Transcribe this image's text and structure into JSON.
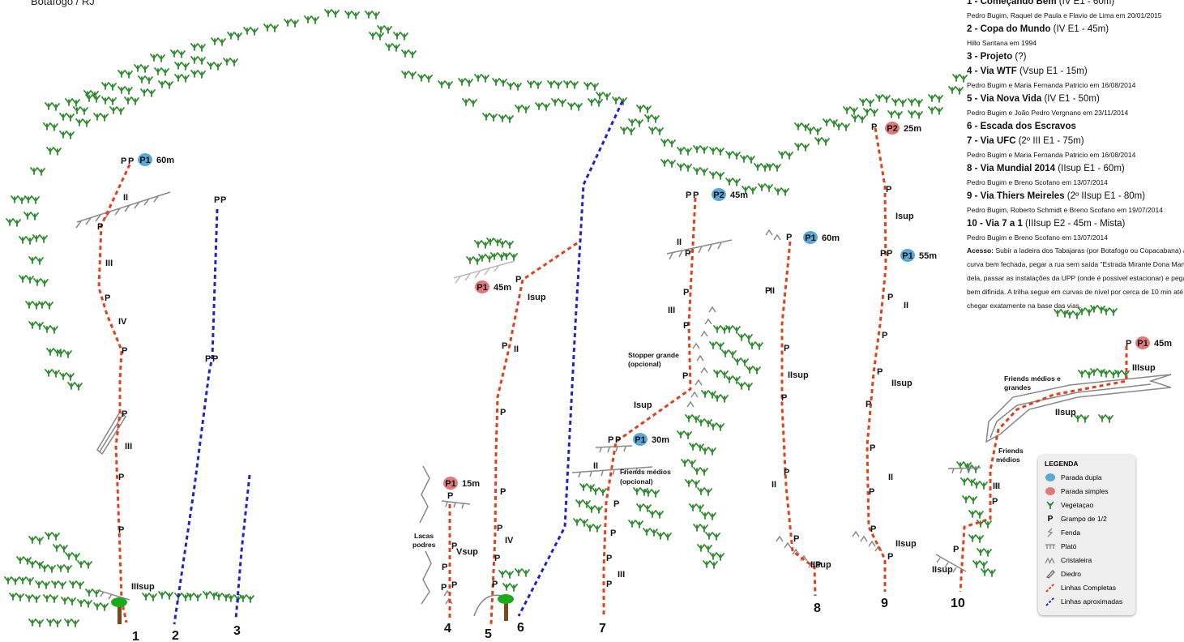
{
  "header": {
    "location": "Botafogo / RJ"
  },
  "colors": {
    "complete": "#e0401e",
    "approx": "#2222cc",
    "vegetation": "#2e8b2e",
    "dual_stop": "#5aa8d8",
    "single_stop": "#e07a7a",
    "rock": "#888888"
  },
  "routes": [
    {
      "title": "1 - Começando Bem",
      "grade": " (IV E1 - 60m)",
      "fa": "Pedro Bugim, Raquel de Paula e Flavio de Lima em 20/01/2015"
    },
    {
      "title": "2 - Copa do Mundo",
      "grade": " (IV E1 - 45m)",
      "fa": "Hillo Santana em 1994"
    },
    {
      "title": "3 - Projeto",
      "grade": " (?)",
      "fa": ""
    },
    {
      "title": "4 - Via WTF",
      "grade": " (Vsup E1 - 15m)",
      "fa": "Pedro Bugim e Maria Fernanda Patricio em 16/08/2014"
    },
    {
      "title": "5 - Via Nova Vida",
      "grade": " (IV E1 - 50m)",
      "fa": "Pedro Bugim e João Pedro Vergnano em 23/11/2014"
    },
    {
      "title": "6 - Escada dos Escravos",
      "grade": "",
      "fa": ""
    },
    {
      "title": "7 - Via UFC",
      "grade": " (2º III E1 - 75m)",
      "fa": "Pedro Bugim e Maria Fernanda Patricio em 16/08/2014"
    },
    {
      "title": "8 - Via Mundial 2014",
      "grade": " (IIsup E1 - 60m)",
      "fa": "Pedro Bugim e Breno Scofano em 13/07/2014"
    },
    {
      "title": "9 - Via Thiers Meireles",
      "grade": " (2º IIsup E1 - 80m)",
      "fa": "Pedro Bugim, Roberto Schmidt e Breno Scofano em 19/07/2014"
    },
    {
      "title": "10 - Via 7 a 1",
      "grade": " (IIIsup E2 - 45m - Mista)",
      "fa": "Pedro Bugim e Breno Scofano em 13/07/2014"
    }
  ],
  "access": {
    "label": "Acesso:",
    "lines": [
      " Subir a ladeira dos Tabajaras (por Botafogo ou Copacabana) até uma",
      "curva bem fechada, pegar a rua sem saída \"Estrada Mirante Dona Marta\" e no final",
      "dela, passar as instalações da UPP (onde é possivel estacionar) e pegar a trilha",
      "bem difinida. A trilha segue em curvas de nível por cerca de 10 min até",
      "chegar exatamente na base das vias."
    ]
  },
  "legend": {
    "title": "LEGENDA",
    "items": [
      "Parada dupla",
      "Parada simples",
      "Vegetaçao",
      "Grampo de 1/2",
      "Fenda",
      "Plató",
      "Cristaleira",
      "Diedro",
      "Linhas Completas",
      "Linhas aproximadas"
    ]
  },
  "route_numbers": [
    "1",
    "2",
    "3",
    "4",
    "5",
    "6",
    "7",
    "8",
    "9",
    "10"
  ],
  "stops": [
    {
      "label": "P1",
      "dist": "60m"
    },
    {
      "label": "P1",
      "dist": "45m"
    },
    {
      "label": "P2",
      "dist": "45m"
    },
    {
      "label": "P1",
      "dist": "30m"
    },
    {
      "label": "P1",
      "dist": "15m"
    },
    {
      "label": "P1",
      "dist": "60m"
    },
    {
      "label": "P1",
      "dist": "55m"
    },
    {
      "label": "P2",
      "dist": "25m"
    },
    {
      "label": "P1",
      "dist": "45m"
    }
  ],
  "grades": [
    "II",
    "III",
    "IV",
    "III",
    "IIIsup",
    "Isup",
    "II",
    "IV",
    "Vsup",
    "II",
    "III",
    "Isup",
    "II",
    "III",
    "II",
    "IIsup",
    "II",
    "IIsup",
    "Isup",
    "II",
    "IIsup",
    "II",
    "IIsup",
    "II",
    "IIIsup",
    "IIsup",
    "II",
    "IIsup"
  ],
  "annotations": {
    "stopper": "Stopper grande",
    "stopper_opt": "(opcional)",
    "friends_med": "Friends médios",
    "friends_med_opt": "(opcional)",
    "lacas": "Lacas",
    "podres": "podres",
    "friends_mg1": "Friends médios e",
    "friends_mg2": "grandes",
    "friends_m1": "Friends",
    "friends_m2": "médios"
  }
}
